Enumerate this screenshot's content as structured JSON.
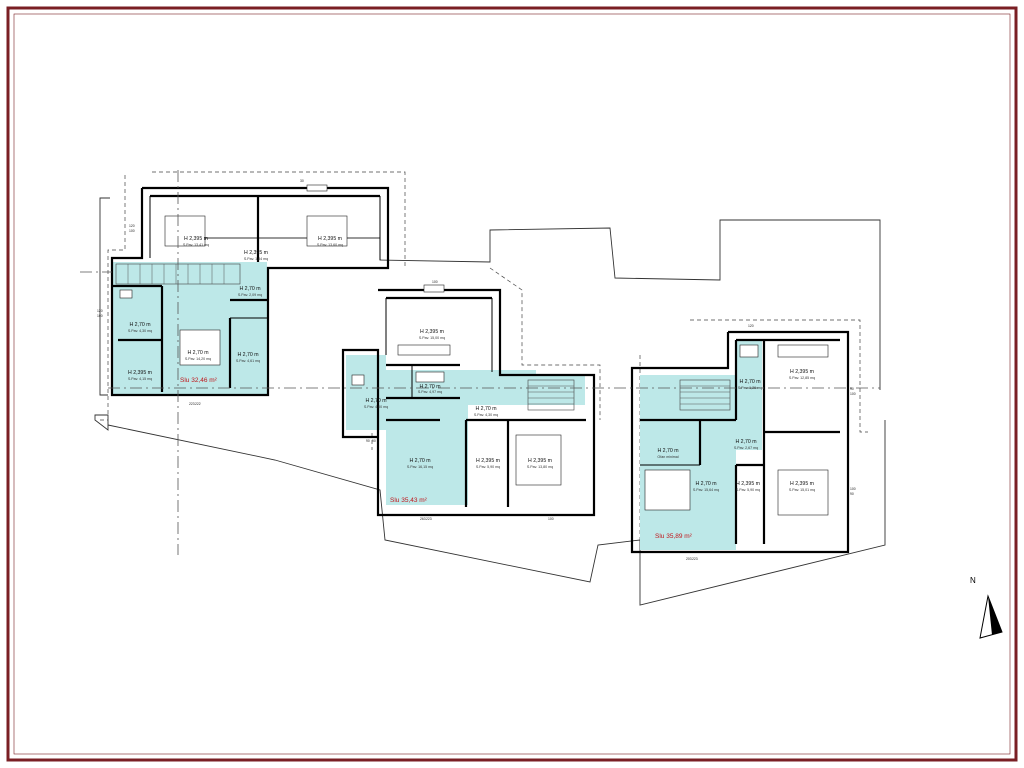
{
  "colors": {
    "frame": "#7a1f24",
    "highlight": "#bde8e8",
    "area_text": "#c0151a",
    "walls": "#000000"
  },
  "unit_a": {
    "rooms": [
      {
        "h": "H 2,395 m",
        "sup": "S.Pav. 13,41 mq"
      },
      {
        "h": "H 2,395 m",
        "sup": "S.Pav. 13,60 mq"
      },
      {
        "h": "H 2,395 m",
        "sup": "S.Pav. 1,84 mq"
      },
      {
        "h": "H 2,70 m",
        "sup": "S.Pav. 2,09 mq"
      },
      {
        "h": "H 2,70 m",
        "sup": "S.Pav. 4,30 mq"
      },
      {
        "h": "H 2,70 m",
        "sup": "S.Pav. 14,20 mq"
      },
      {
        "h": "H 2,70 m",
        "sup": "S.Pav. 4,61 mq"
      },
      {
        "h": "H 2,395 m",
        "sup": "S.Pav. 4,15 mq"
      }
    ],
    "area_label": "Slu 32,46 m²"
  },
  "unit_b": {
    "rooms": [
      {
        "h": "H 2,395 m",
        "sup": "S.Pav. 15,00 mq"
      },
      {
        "h": "H 2,70 m",
        "sup": "S.Pav. 4,97 mq"
      },
      {
        "h": "H 2,70 m",
        "sup": "S.Pav. 4,30 mq"
      },
      {
        "h": "H 2,70 m",
        "sup": "S.Pav. 4,00 mq"
      },
      {
        "h": "H 2,70 m",
        "sup": "S.Pav. 16,15 mq"
      },
      {
        "h": "H 2,395 m",
        "sup": "S.Pav. 5,90 mq"
      },
      {
        "h": "H 2,395 m",
        "sup": "S.Pav. 13,80 mq"
      }
    ],
    "area_label": "Slu 35,43 m²"
  },
  "unit_c": {
    "rooms": [
      {
        "h": "H 2,70 m",
        "sup": "S.Pav. 1,26 mq"
      },
      {
        "h": "H 2,395 m",
        "sup": "S.Pav. 12,85 mq"
      },
      {
        "h": "H 2,70 m",
        "sup": "S.Pav. 2,67 mq"
      },
      {
        "h": "H 2,70 m",
        "sup": "Ofan minimal"
      },
      {
        "h": "H 2,70 m",
        "sup": "S.Pav. 15,64 mq"
      },
      {
        "h": "H 2,395 m",
        "sup": "S.Pav. 5,90 mq"
      },
      {
        "h": "H 2,395 m",
        "sup": "S.Pav. 15,01 mq"
      }
    ],
    "area_label": "Slu 35,89 m²"
  },
  "dimensions": [
    "120",
    "100",
    "30",
    "120",
    "100",
    "223",
    "222",
    "90",
    "90",
    "100",
    "263",
    "223",
    "100",
    "120",
    "203",
    "223",
    "90",
    "100",
    "100",
    "90"
  ],
  "north": {
    "letter": "N"
  }
}
